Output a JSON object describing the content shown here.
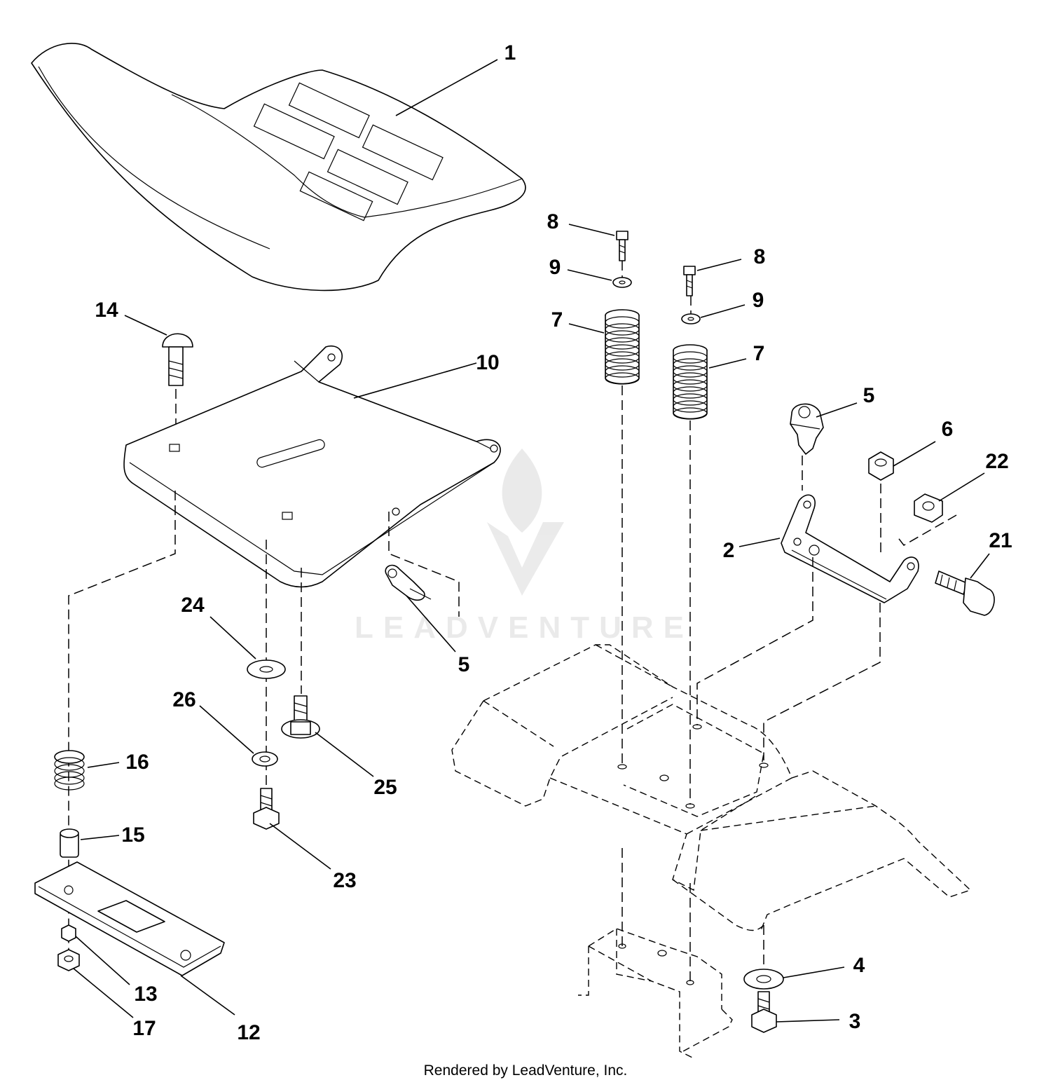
{
  "callouts": {
    "c1": "1",
    "c2": "2",
    "c3": "3",
    "c4": "4",
    "c5a": "5",
    "c5b": "5",
    "c6": "6",
    "c7a": "7",
    "c7b": "7",
    "c8a": "8",
    "c8b": "8",
    "c9a": "9",
    "c9b": "9",
    "c10": "10",
    "c12": "12",
    "c13": "13",
    "c14": "14",
    "c15": "15",
    "c16": "16",
    "c17": "17",
    "c21": "21",
    "c22": "22",
    "c23": "23",
    "c24": "24",
    "c25": "25",
    "c26": "26"
  },
  "watermark": "LEADVENTURE",
  "footer": "Rendered by LeadVenture, Inc."
}
